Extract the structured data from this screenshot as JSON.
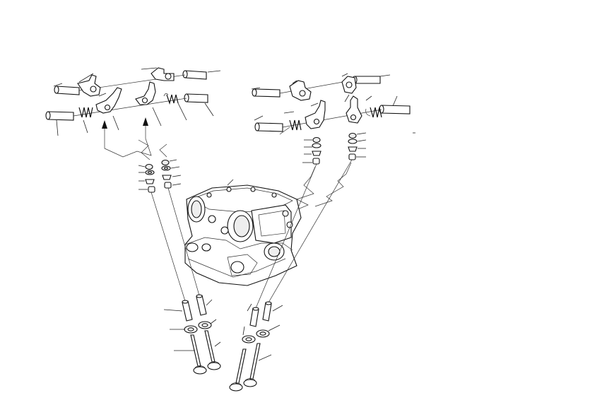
{
  "diagram": {
    "kind": "exploded-parts-drawing",
    "subject_parts": [
      "rocker-shaft",
      "rocker-arm",
      "rocker-spring",
      "rocker-bracket",
      "valve-collet",
      "valve-spring-retainer",
      "valve-stem-seal",
      "cylinder-head",
      "valve-guide",
      "valve-spring-seat",
      "intake-valve",
      "exhaust-valve"
    ],
    "line_color": "#111111",
    "background": "#ffffff"
  }
}
